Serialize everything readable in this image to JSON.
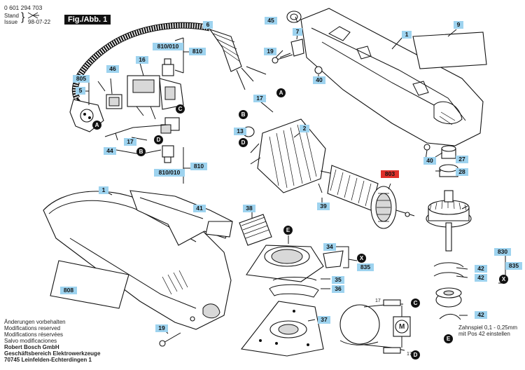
{
  "header": {
    "part_number": "0 601 294 703",
    "stand_label": "Stand",
    "issue_label": "Issue",
    "date": "98-07-22",
    "figure_label": "Fig./Abb. 1"
  },
  "part_labels": {
    "p6": "6",
    "p45": "45",
    "p7": "7",
    "p1_top": "1",
    "p9": "9",
    "p810_010_top": "810/010",
    "p810_top": "810",
    "p16": "16",
    "p46": "46",
    "p805": "805",
    "p5": "5",
    "p19_top": "19",
    "p40_top": "40",
    "p17_mid": "17",
    "p2": "2",
    "p13": "13",
    "p44": "44",
    "p17_left": "17",
    "p810_010_bot": "810/010",
    "p810_bot": "810",
    "p40_right": "40",
    "p27": "27",
    "p28": "28",
    "p803": "803",
    "p39": "39",
    "p1_left": "1",
    "p41": "41",
    "p38": "38",
    "p34": "34",
    "p835_mid": "835",
    "p35": "35",
    "p36": "36",
    "p37": "37",
    "p808": "808",
    "p19_bot": "19",
    "p830": "830",
    "p835_right": "835",
    "p42_a": "42",
    "p42_b": "42",
    "p42_c": "42"
  },
  "callouts": {
    "a1": "A",
    "c1": "C",
    "b1": "B",
    "d1": "D",
    "a2": "A",
    "b2": "B",
    "d2": "D",
    "e1": "E",
    "x1": "X",
    "x2": "X",
    "c2": "C",
    "d3": "D",
    "e2": "E"
  },
  "wiring": {
    "wire_17_top": "17",
    "wire_17_bottom": "17",
    "motor_symbol": "M"
  },
  "notes": {
    "spiel_line1": "Zahnspiel 0,1 - 0,25mm",
    "spiel_line2": "mit Pos 42 einstellen"
  },
  "footer": {
    "line1": "Änderungen vorbehalten",
    "line2": "Modifications reserved",
    "line3": "Modifications réservées",
    "line4": "Salvo modificaciones",
    "company": "Robert Bosch GmbH",
    "division": "Geschäftsbereich Elektrowerkzeuge",
    "address": "70745 Leinfelden-Echterdingen 1"
  }
}
